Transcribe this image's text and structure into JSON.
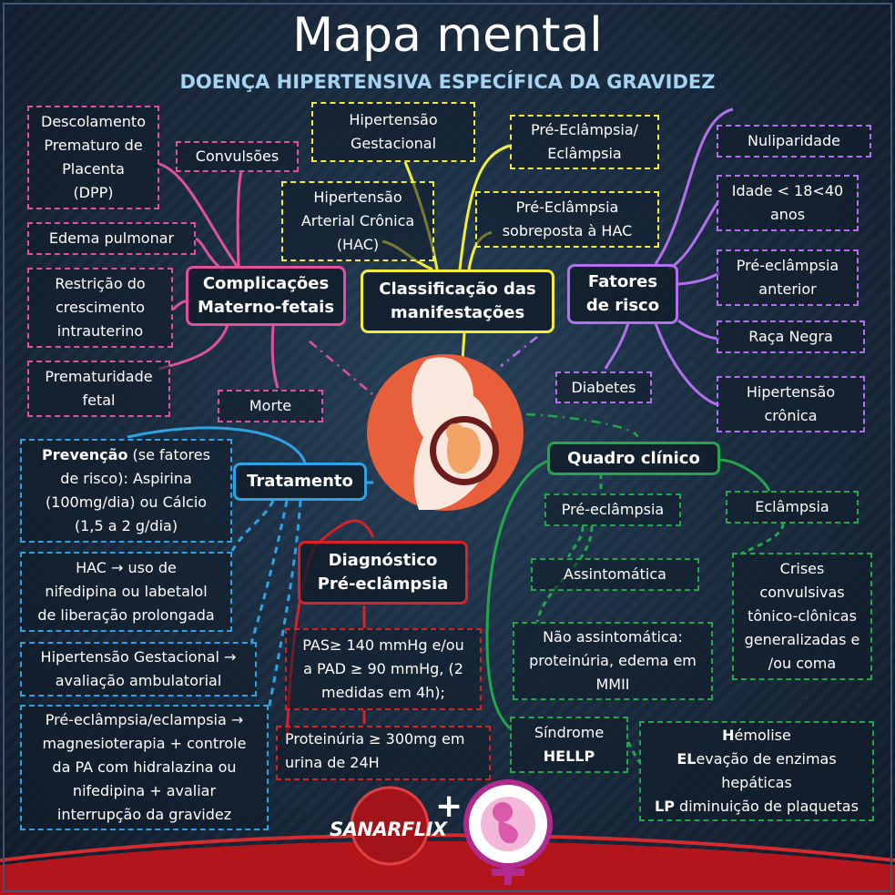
{
  "header": {
    "title": "Mapa mental",
    "subtitle": "DOENÇA HIPERTENSIVA ESPECÍFICA DA GRAVIDEZ"
  },
  "colors": {
    "complicacoes": "#e0529a",
    "classificacao": "#f3ec3a",
    "fatores": "#b270ef",
    "quadro": "#23a64c",
    "tratamento": "#2fa2e3",
    "diagnostico": "#d8222a"
  },
  "complicacoes": {
    "hub": [
      "Complicações",
      "Materno-fetais"
    ],
    "items": {
      "dpp": [
        "Descolamento",
        "Prematuro de",
        "Placenta",
        "(DPP)"
      ],
      "convulsoes": [
        "Convulsões"
      ],
      "edema": [
        "Edema pulmonar"
      ],
      "restricao": [
        "Restrição do",
        "crescimento",
        "intrauterino"
      ],
      "prematuridade": [
        "Prematuridade",
        "fetal"
      ],
      "morte": [
        "Morte"
      ]
    }
  },
  "classificacao": {
    "hub": [
      "Classificação das",
      "manifestações"
    ],
    "items": {
      "gestacional": [
        "Hipertensão",
        "Gestacional"
      ],
      "hac": [
        "Hipertensão",
        "Arterial Crônica",
        "(HAC)"
      ],
      "pre_eclampsia": [
        "Pré-Eclâmpsia/",
        "Eclâmpsia"
      ],
      "sobreposta": [
        "Pré-Eclâmpsia",
        "sobreposta à HAC"
      ]
    }
  },
  "fatores": {
    "hub": [
      "Fatores",
      "de risco"
    ],
    "items": {
      "nuliparidade": [
        "Nuliparidade"
      ],
      "idade": [
        "Idade < 18<40",
        "anos"
      ],
      "pre_anterior": [
        "Pré-eclâmpsia",
        "anterior"
      ],
      "raca": [
        "Raça Negra"
      ],
      "diabetes": [
        "Diabetes"
      ],
      "hipertensao_cronica": [
        "Hipertensão",
        "crônica"
      ]
    }
  },
  "quadro": {
    "hub": [
      "Quadro clínico"
    ],
    "items": {
      "pre": [
        "Pré-eclâmpsia"
      ],
      "eclampsia": [
        "Eclâmpsia"
      ],
      "assintomatica": [
        "Assintomática"
      ],
      "nao_assintomatica": [
        "Não assintomática:",
        "proteinúria, edema em",
        "MMII"
      ],
      "crises": [
        "Crises",
        "convulsivas",
        "tônico-clônicas",
        "generalizadas e",
        "/ou coma"
      ],
      "hellp_a": "Síndrome",
      "hellp_b": "HELLP",
      "hellp_detail": [
        {
          "bold": "H",
          "rest": "émolise"
        },
        {
          "bold": "EL",
          "rest": "evação de enzimas"
        },
        {
          "bold": "",
          "rest": "hepáticas"
        },
        {
          "bold": "LP",
          "rest": " diminuição de plaquetas"
        }
      ]
    }
  },
  "tratamento": {
    "hub": [
      "Tratamento"
    ],
    "items": {
      "prevencao_bold": "Prevenção",
      "prevencao": [
        " (se fatores",
        "de risco): Aspirina",
        "(100mg/dia) ou Cálcio",
        "(1,5 a 2 g/dia)"
      ],
      "hac": [
        "HAC →  uso de",
        "nifedipina ou labetalol",
        "de liberação prolongada"
      ],
      "gestacional": [
        "Hipertensão Gestacional →",
        "avaliação ambulatorial"
      ],
      "pre_eclampsia": [
        "Pré-eclâmpsia/eclampsia →",
        "magnesioterapia + controle",
        "da PA com hidralazina ou",
        "nifedipina + avaliar",
        "interrupção da gravidez"
      ]
    }
  },
  "diagnostico": {
    "hub": [
      "Diagnóstico",
      "Pré-eclâmpsia"
    ],
    "items": {
      "pas": [
        "PAS≥ 140 mmHg e/ou",
        "a PAD ≥ 90 mmHg, (2",
        "medidas em 4h);"
      ],
      "proteinuria": [
        "Proteinúria ≥  300mg em",
        "urina de 24H"
      ]
    }
  },
  "branding": {
    "logo_text": "SANARFLIX",
    "plus": "+"
  }
}
